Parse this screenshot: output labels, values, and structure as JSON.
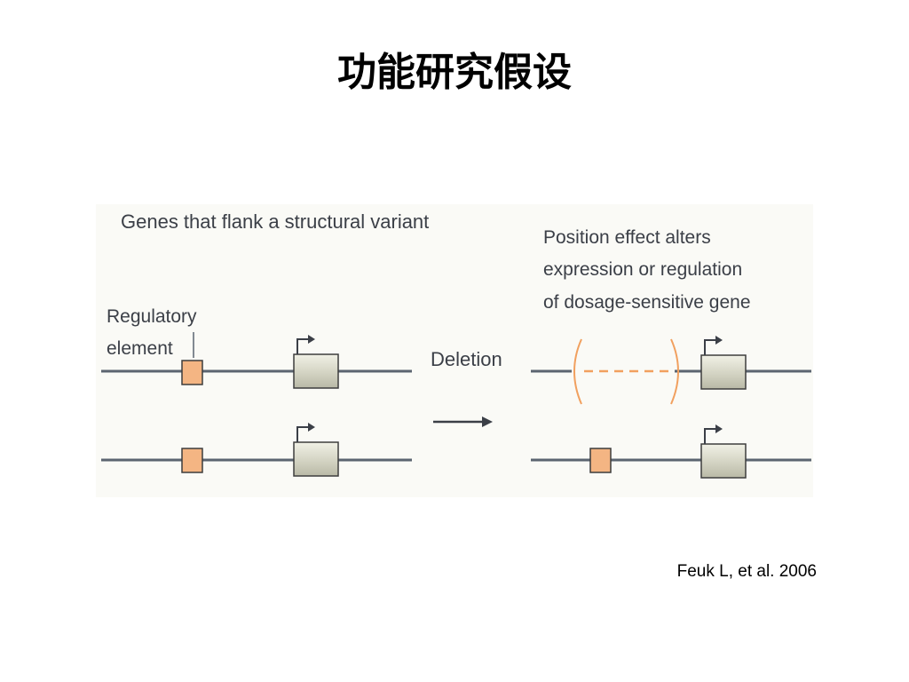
{
  "slide": {
    "title": "功能研究假设",
    "citation": "Feuk L, et al. 2006"
  },
  "figure": {
    "left_panel": {
      "heading": "Genes that flank a structural variant",
      "regulatory_label_line1": "Regulatory",
      "regulatory_label_line2": "element"
    },
    "arrow_label": "Deletion",
    "right_panel": {
      "caption_line1": "Position effect alters",
      "caption_line2": "expression or regulation",
      "caption_line3": "of dosage-sensitive gene"
    },
    "colors": {
      "chromosome_line": "#5b6470",
      "regulatory_element": "#f4b583",
      "gene_box": "#d3d3c2",
      "deletion_marks": "#f1a05f",
      "text": "#3b3f47"
    }
  }
}
